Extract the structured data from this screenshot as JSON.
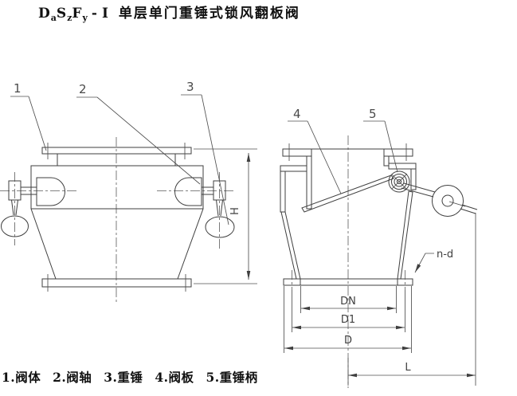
{
  "title": {
    "c1": "D",
    "c1s": "a",
    "c2": "S",
    "c2s": "z",
    "c3": "F",
    "c3s": "y",
    "dash": "-",
    "numeral": "Ⅰ",
    "name": "单层单门重锤式锁风翻板阀"
  },
  "legend": {
    "items": [
      {
        "num": "1.",
        "label": "阀体"
      },
      {
        "num": "2.",
        "label": "阀轴"
      },
      {
        "num": "3.",
        "label": "重锤"
      },
      {
        "num": "4.",
        "label": "阀板"
      },
      {
        "num": "5.",
        "label": "重锤柄"
      }
    ]
  },
  "parts": {
    "p1": "1",
    "p2": "2",
    "p3": "3",
    "p4": "4",
    "p5": "5"
  },
  "dims": {
    "h": "H",
    "dn": "DN",
    "d1": "D1",
    "d": "D",
    "l": "L",
    "nd": "n-d"
  },
  "colors": {
    "line": "#3f3f3f",
    "background": "#ffffff",
    "text": "#111111"
  }
}
